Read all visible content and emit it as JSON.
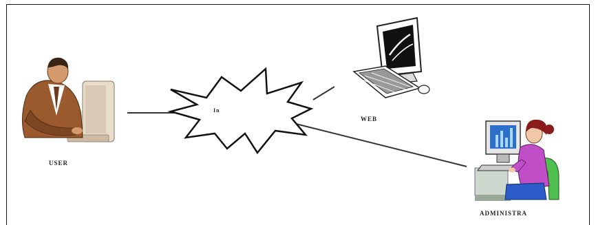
{
  "nodes": {
    "user": {
      "label": "USER",
      "icon": "user-at-computer-icon"
    },
    "web": {
      "label": "WEB",
      "icon": "web-server-computer-icon"
    },
    "admin": {
      "label": "ADMINISTRA",
      "icon": "administrator-at-computer-icon"
    }
  },
  "cloud": {
    "label": "In",
    "icon": "network-starburst-icon"
  },
  "colors": {
    "line": "#333333",
    "skin": "#c98a5a",
    "suit": "#9a5a2e",
    "monitor": "#e8e8e8",
    "screen_blue": "#4a86d9",
    "woman_shirt": "#c04fc7",
    "chair_green": "#4fc04f"
  }
}
